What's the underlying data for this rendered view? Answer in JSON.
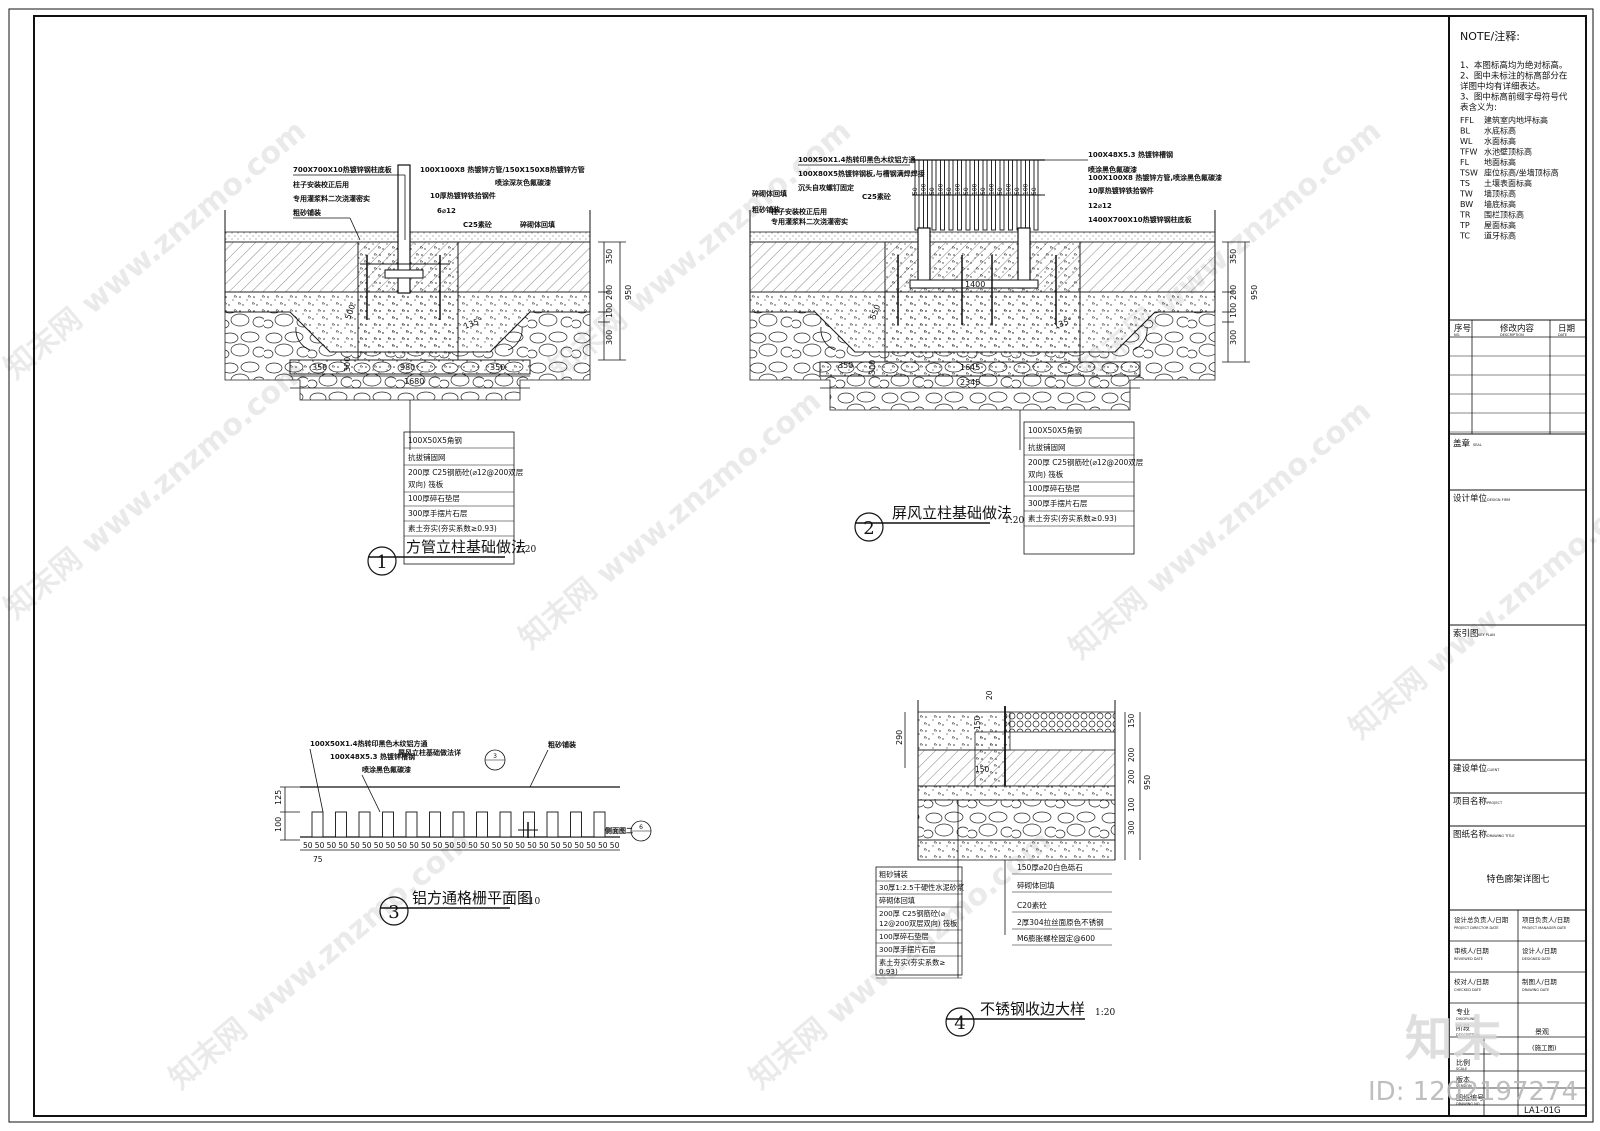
{
  "notes": {
    "header": "NOTE/注释:",
    "lines": [
      "1、本图标高均为绝对标高。",
      "2、图中未标注的标高部分在",
      "详图中均有详细表达。",
      "3、图中标高前缀字母符号代",
      "表含义为:"
    ],
    "codes": [
      {
        "code": "FFL",
        "text": "建筑室内地坪标高"
      },
      {
        "code": "BL",
        "text": "水底标高"
      },
      {
        "code": "WL",
        "text": "水面标高"
      },
      {
        "code": "TFW",
        "text": "水池壁顶标高"
      },
      {
        "code": "FL",
        "text": "地面标高"
      },
      {
        "code": "TSW",
        "text": "座位标高/坐墙顶标高"
      },
      {
        "code": "TS",
        "text": "土壤表面标高"
      },
      {
        "code": "TW",
        "text": "墙顶标高"
      },
      {
        "code": "BW",
        "text": "墙底标高"
      },
      {
        "code": "TR",
        "text": "围栏顶标高"
      },
      {
        "code": "TP",
        "text": "屋面标高"
      },
      {
        "code": "TC",
        "text": "道牙标高"
      }
    ]
  },
  "titleblock": {
    "rev_no": "序号",
    "rev_no_en": "NO.",
    "rev_content": "修改内容",
    "rev_content_en": "DESCRIPTION",
    "rev_date": "日期",
    "rev_date_en": "DATE",
    "seal": "盖章",
    "seal_en": "SEAL",
    "design_unit": "设计单位",
    "design_unit_en": "DESIGN FIRM",
    "key_plan": "索引图",
    "key_plan_en": "KEY PLAN",
    "client": "建设单位",
    "client_en": "CLIENT",
    "project": "项目名称",
    "project_en": "PROJECT",
    "drawing_title": "图纸名称",
    "drawing_title_en": "DRAWING TITLE",
    "drawing_name": "特色廊架详图七",
    "director": "设计总负责人/日期",
    "director_en": "PROJECT DIRECTOR DATE",
    "pm": "项目负责人/日期",
    "pm_en": "PROJECT MANAGER DATE",
    "review": "审核人/日期",
    "review_en": "REVIEWED DATE",
    "design": "设计人/日期",
    "design_en": "DESIGNED DATE",
    "check": "校对人/日期",
    "check_en": "CHECKED DATE",
    "draw": "制图人/日期",
    "draw_en": "DRAWING DATE",
    "discipline": "专业",
    "discipline_en": "DISCIPLINE",
    "discipline_val": "景观",
    "stage": "阶段",
    "stage_en": "DESCRIPTION",
    "stage_val": "(施工图)",
    "scale": "比例",
    "scale_en": "SCALE",
    "version": "版本",
    "version_en": "VERSION",
    "drawing_no": "图纸编号",
    "drawing_no_en": "DRAWING NO.",
    "drawing_no_val": "LA1-01G"
  },
  "brand": {
    "logo": "知末",
    "id": "ID: 1202197274"
  },
  "watermark": "知末网 www.znzmo.com",
  "detail1": {
    "num": "1",
    "title": "方管立柱基础做法",
    "scale": "1:20",
    "labels": [
      "700X700X10热镀锌钢柱底板",
      "柱子安装校正后用",
      "专用灌浆料二次浇灌密实",
      "粗砂铺装",
      "100X100X8 热镀锌方管/150X150X8热镀锌方管",
      "喷涂深灰色氟碳漆",
      "10厚热镀锌铁拾钢件",
      "6⌀12",
      "C25素砼",
      "碎砌体回填"
    ],
    "dims": [
      "350",
      "200",
      "100",
      "300",
      "950",
      "350",
      "980",
      "350",
      "1680",
      "500",
      "300",
      "135°"
    ],
    "legend": [
      "100X50X5角钢",
      "抗拔铺固网",
      "200厚 C25钢筋砼(⌀12@200双层",
      "双向) 筏板",
      "100厚碎石垫层",
      "300厚手摆片石层",
      "素土夯实(夯实系数≥0.93)"
    ]
  },
  "detail2": {
    "num": "2",
    "title": "屏风立柱基础做法",
    "scale": "1:20",
    "labels": [
      "100X50X1.4热转印黑色木纹铝方通",
      "100X80X5热镀锌钢板,与槽钢满焊焊接",
      "沉头自攻螺钉固定",
      "C25素砼",
      "碎砌体回填",
      "粗砂铺装",
      "柱子安装校正后用",
      "专用灌浆料二次浇灌密实",
      "100X48X5.3 热镀锌槽钢",
      "喷涂黑色氟碳漆",
      "100X100X8 热镀锌方管,喷涂黑色氟碳漆",
      "10厚热镀锌铁拾钢件",
      "12⌀12",
      "1400X700X10热镀锌钢柱底板"
    ],
    "dims": [
      "350",
      "200",
      "100",
      "300",
      "950",
      "350",
      "1645",
      "2345",
      "1400",
      "550",
      "300",
      "135°"
    ],
    "legend": [
      "100X50X5角钢",
      "抗拔铺固网",
      "200厚 C25钢筋砼(⌀12@200双层",
      "双向) 筏板",
      "100厚碎石垫层",
      "300厚手摆片石层",
      "素土夯实(夯实系数≥0.93)"
    ],
    "slats": [
      "50",
      "100",
      "50",
      "100",
      "50",
      "100",
      "50",
      "100",
      "50",
      "100",
      "50",
      "100",
      "50",
      "100",
      "50"
    ]
  },
  "detail3": {
    "num": "3",
    "title": "铝方通格栅平面图",
    "scale": "1:10",
    "labels": [
      "100X50X1.4热转印黑色木纹铝方通",
      "100X48X5.3 热镀锌槽钢",
      "喷涂黑色氟碳漆",
      "屏风立柱基础做法详",
      "粗砂铺装",
      "侧面图二"
    ],
    "ref_top": "3",
    "ref_side": "6",
    "dims_v": [
      "125",
      "100"
    ],
    "dims_h": [
      "50",
      "50",
      "50",
      "50",
      "50",
      "50",
      "50",
      "50",
      "50",
      "50",
      "50",
      "50",
      "50",
      "50",
      "50",
      "50",
      "50",
      "50",
      "50",
      "50",
      "50",
      "50",
      "50",
      "50",
      "50",
      "50",
      "50"
    ],
    "dim_end": "75"
  },
  "detail4": {
    "num": "4",
    "title": "不锈钢收边大样",
    "scale": "1:20",
    "dims_top": [
      "20",
      "150",
      "150"
    ],
    "dims_left": [
      "290"
    ],
    "dims_right": [
      "150",
      "200",
      "200",
      "100",
      "300",
      "950"
    ],
    "legend": [
      "粗砂铺装",
      "30厚1:2.5干硬性水泥砂浆",
      "碎砌体回填",
      "200厚 C25钢筋砼(⌀",
      "12@200双层双向) 筏板",
      "100厚碎石垫层",
      "300厚手摆片石层",
      "素土夯实(夯实系数≥",
      "0.93)"
    ],
    "right_labels": [
      "150厚⌀20白色砾石",
      "碎砌体回填",
      "C20素砼",
      "2厚304拉丝面原色不锈钢",
      "M6膨胀螺栓固定@600"
    ]
  }
}
